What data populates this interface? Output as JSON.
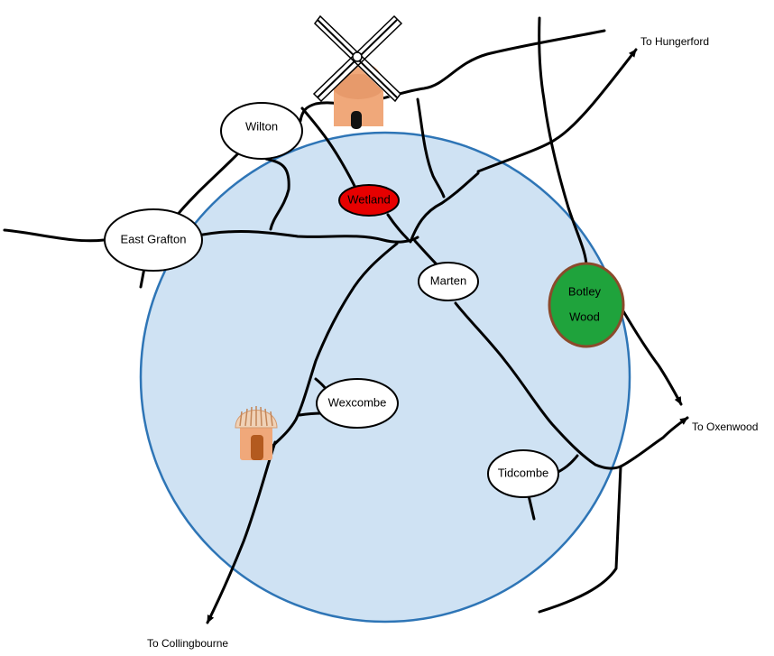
{
  "map": {
    "colors": {
      "area_fill": "#cfe2f3",
      "area_stroke": "#2e75b6",
      "wetland": "#e60000",
      "wood": "#1fa33c",
      "wood_stroke": "#8b4a2b",
      "building": "#f0a87a",
      "door": "#b35a1f",
      "road": "#000000"
    },
    "places": {
      "wilton": "Wilton",
      "east_grafton": "East Grafton",
      "wetland": "Wetland",
      "marten": "Marten",
      "botley_wood_line1": "Botley",
      "botley_wood_line2": "Wood",
      "wexcombe": "Wexcombe",
      "tidcombe": "Tidcombe"
    },
    "destinations": {
      "hungerford": "To Hungerford",
      "oxenwood": "To Oxenwood",
      "collingbourne": "To Collingbourne"
    },
    "icons": {
      "windmill": "windmill-icon",
      "hut": "thatched-hut-icon"
    }
  }
}
